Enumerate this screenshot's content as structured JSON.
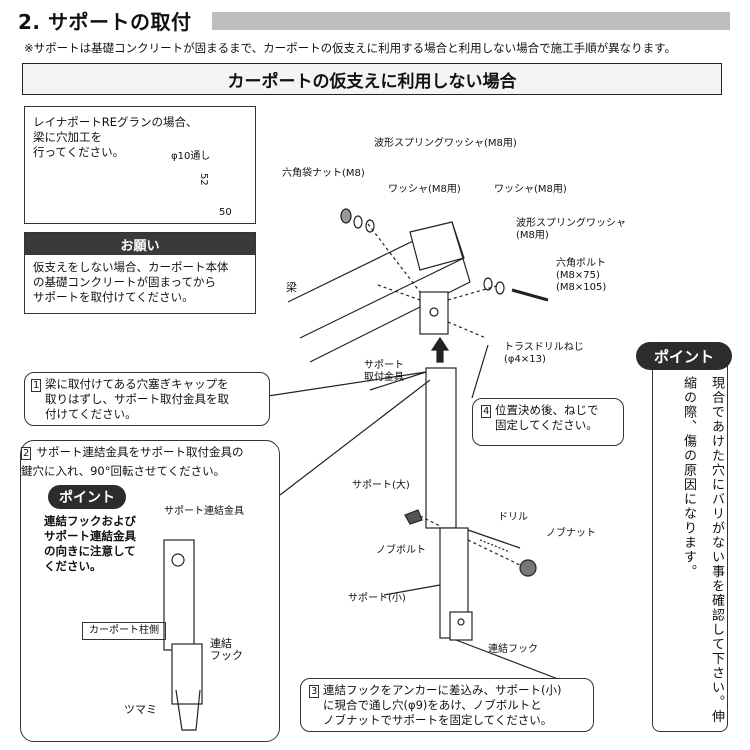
{
  "header": {
    "title": "2. サポートの取付",
    "notice": "※サポートは基礎コンクリートが固まるまで、カーポートの仮支えに利用する場合と利用しない場合で施工手順が異なります。"
  },
  "banner": "カーポートの仮支えに利用しない場合",
  "reina_note": {
    "text": "レイナポートREグランの場合、\n梁に穴加工を\n行ってください。",
    "hole_label": "φ10通し",
    "dim_vertical": "52",
    "dim_horizontal": "50"
  },
  "onegai": {
    "heading": "お願い",
    "text": "仮支えをしない場合、カーポート本体\nの基礎コンクリートが固まってから\nサポートを取付けてください。"
  },
  "steps": {
    "s1_num": "1",
    "s1_text": "梁に取付けてある穴塞ぎキャップを\n取りはずし、サポート取付金具を取\n付けてください。",
    "s2_num": "2",
    "s2_text": "サポート連結金具をサポート取付金具の\n鍵穴に入れ、90°回転させてください。",
    "s3_num": "3",
    "s3_text": "連結フックをアンカーに差込み、サポート(小)\nに現合で通し穴(φ9)をあけ、ノブボルトと\nノブナットでサポートを固定してください。",
    "s4_num": "4",
    "s4_text": "位置決め後、ねじで\n固定してください。"
  },
  "point_a": {
    "label": "ポイント",
    "text": "連結フックおよび\nサポート連結金具\nの向きに注意して\nください。",
    "part_label": "サポート連結金具",
    "post_label": "カーポート柱側",
    "hook_label": "連結\nフック",
    "knob_label": "ツマミ"
  },
  "point_b": {
    "label": "ポイント",
    "text": "現合であけた穴にバリがない事を確認して下さい。伸縮の際、傷の原因になります。"
  },
  "parts": {
    "wave_washer_top": "波形スプリングワッシャ(M8用)",
    "hex_cap_nut": "六角袋ナット(M8)",
    "washer_left": "ワッシャ(M8用)",
    "washer_right": "ワッシャ(M8用)",
    "wave_washer_right": "波形スプリングワッシャ\n(M8用)",
    "hex_bolt": "六角ボルト\n(M8×75)\n(M8×105)",
    "beam": "梁",
    "truss_screw": "トラスドリルねじ\n(φ4×13)",
    "support_bracket": "サポート\n取付金具",
    "support_large": "サポート(大)",
    "drill": "ドリル",
    "knob_bolt": "ノブボルト",
    "knob_nut": "ノブナット",
    "support_small": "サポート(小)",
    "connect_hook": "連結フック"
  }
}
